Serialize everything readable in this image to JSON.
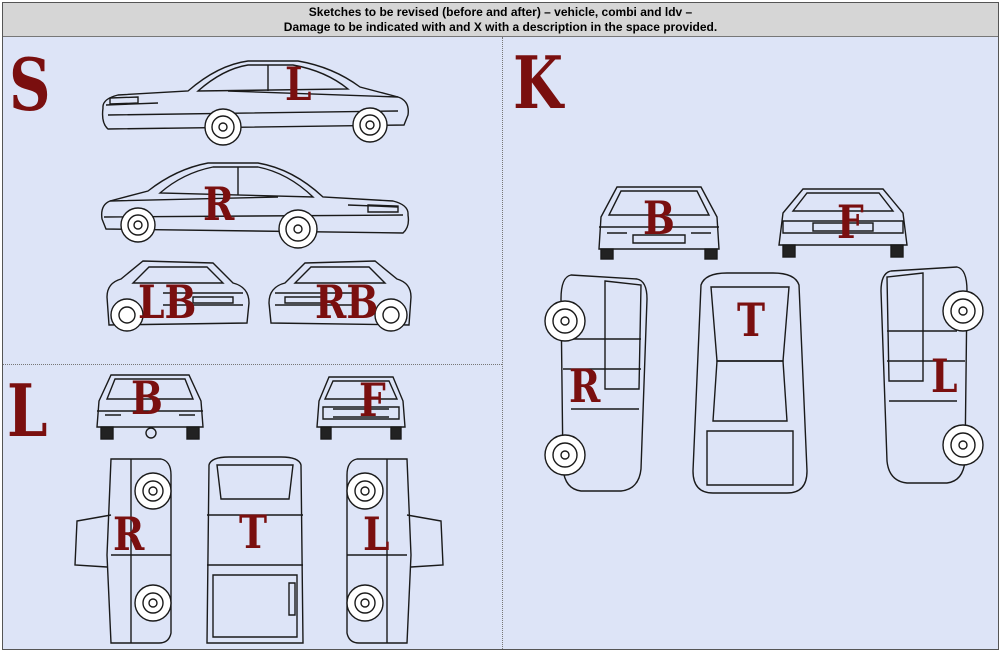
{
  "header": {
    "line1": "Sketches to be revised (before and after) – vehicle, combi and ldv –",
    "line2": "Damage to be indicated with and X with a description in the space provided."
  },
  "sections": {
    "sedan": "S",
    "combi": "K",
    "ldv": "L"
  },
  "sedan_views": {
    "left": "L",
    "right": "R",
    "left_back": "LB",
    "right_back": "RB"
  },
  "ldv_views": {
    "back": "B",
    "front": "F",
    "right": "R",
    "top": "T",
    "left": "L"
  },
  "combi_views": {
    "back": "B",
    "front": "F",
    "right": "R",
    "top": "T",
    "left": "L"
  },
  "colors": {
    "label": "#7a0f0f",
    "panel": "#dde4f7",
    "header_bg": "#d6d6d6"
  }
}
